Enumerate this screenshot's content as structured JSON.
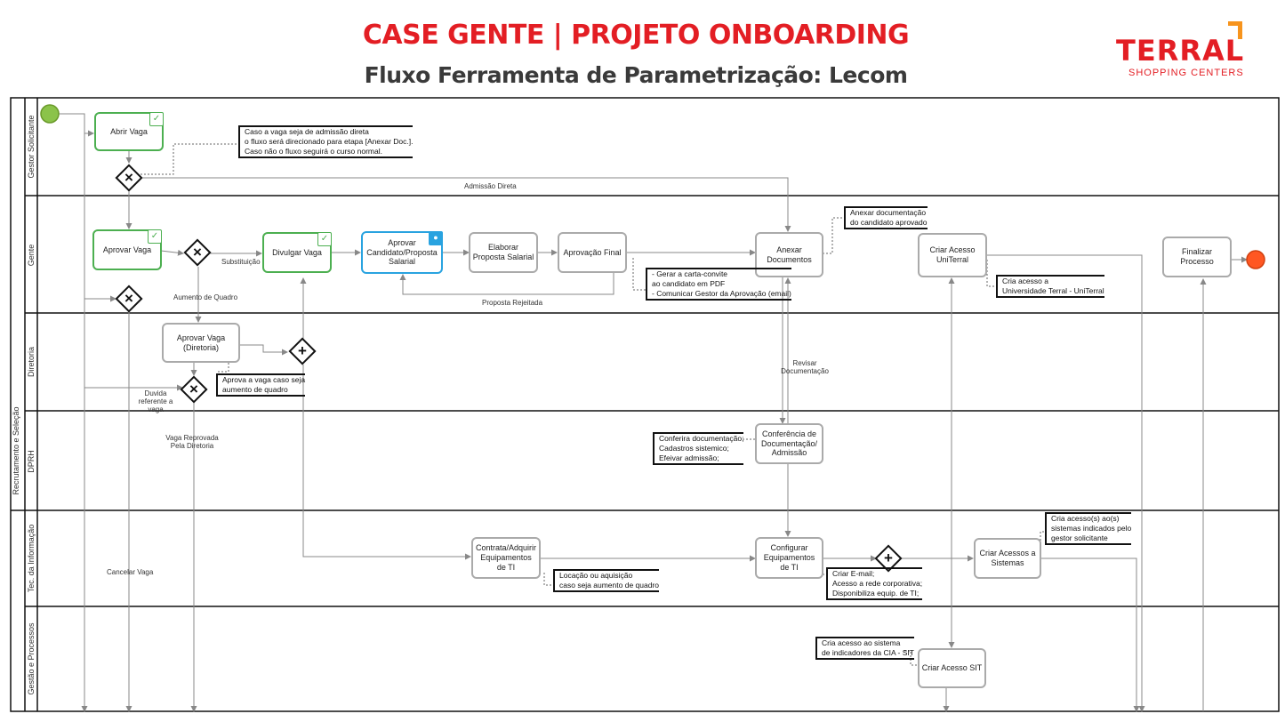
{
  "header": {
    "title": "CASE GENTE | PROJETO ONBOARDING",
    "subtitle": "Fluxo Ferramenta de Parametrização: Lecom"
  },
  "logo": {
    "word": "TERRAL",
    "sub": "SHOPPING CENTERS",
    "colors": {
      "primary": "#e31e24",
      "accent": "#f7941d"
    }
  },
  "pool": {
    "label": "Recrutamento e Seleção"
  },
  "lanes": [
    {
      "label": "Gestor Solicitante"
    },
    {
      "label": "Gente"
    },
    {
      "label": "Diretoria"
    },
    {
      "label": "DPRH"
    },
    {
      "label": "Tec. da Informação"
    },
    {
      "label": "Gestão e Processos"
    }
  ],
  "tasks": {
    "abrir_vaga": "Abrir Vaga",
    "aprovar_vaga": "Aprovar Vaga",
    "divulgar_vaga": "Divulgar Vaga",
    "aprovar_candidato": "Aprovar Candidato/Proposta Salarial",
    "elaborar_proposta": "Elaborar Proposta Salarial",
    "aprovacao_final": "Aprovação Final",
    "anexar_documentos": "Anexar Documentos",
    "criar_acesso_uniterral": "Criar Acesso UniTerral",
    "finalizar_processo": "Finalizar Processo",
    "aprovar_vaga_diretoria": "Aprovar Vaga (Diretoria)",
    "conferencia_documentacao": "Conferência de Documentação/ Admissão",
    "contratar_equipamentos": "Contrata/Adquirir Equipamentos de TI",
    "configurar_equipamentos": "Configurar Equipamentos de TI",
    "criar_acessos_sistemas": "Criar Acessos a Sistemas",
    "criar_acesso_sit": "Criar Acesso SIT"
  },
  "notes": {
    "admissao_direta": [
      "Caso a vaga seja de admissão direta",
      "o fluxo será direcionado para etapa [Anexar Doc.].",
      "Caso não o fluxo seguirá o curso normal."
    ],
    "anexar_doc": [
      "Anexar documentação",
      "do candidato aprovado"
    ],
    "carta_convite": [
      "- Gerar a carta-convite",
      "ao candidato em PDF",
      "- Comunicar Gestor da Aprovação (email)"
    ],
    "uniterral": [
      "Cria acesso a",
      "Universidade Terral - UniTerral"
    ],
    "aprova_vaga": [
      "Aprova a vaga caso seja",
      "aumento de quadro"
    ],
    "conferir": [
      "Conferira documentação;",
      "Cadastros sistemico;",
      "Efeivar admissão;"
    ],
    "locacao": [
      "Locação ou aquisição",
      "caso seja aumento de quadro"
    ],
    "criar_email": [
      "Criar E-mail;",
      "Acesso a rede corporativa;",
      "Disponibiliza equip. de TI;"
    ],
    "sistemas": [
      "Cria acesso(s) ao(s)",
      "sistemas indicados pelo",
      "gestor solicitante"
    ],
    "cia_sit": [
      "Cria acesso ao sistema",
      "de indicadores da CIA - SIT"
    ]
  },
  "flow_labels": {
    "admissao_direta": "Admissão Direta",
    "substituicao": "Substituição",
    "aumento_quadro": "Aumento de Quadro",
    "proposta_rejeitada": "Proposta Rejeitada",
    "revisar_documentacao": "Revisar Documentação",
    "duvida_vaga": "Duvida referente a vaga",
    "vaga_reprovada": "Vaga Reprovada Pela Diretoria",
    "cancelar_vaga": "Cancelar Vaga"
  },
  "colors": {
    "task_border": "#aaaaaa",
    "green": "#4caf50",
    "blue": "#29a3e0",
    "start": "#8bc34a",
    "end": "#ff5722"
  }
}
